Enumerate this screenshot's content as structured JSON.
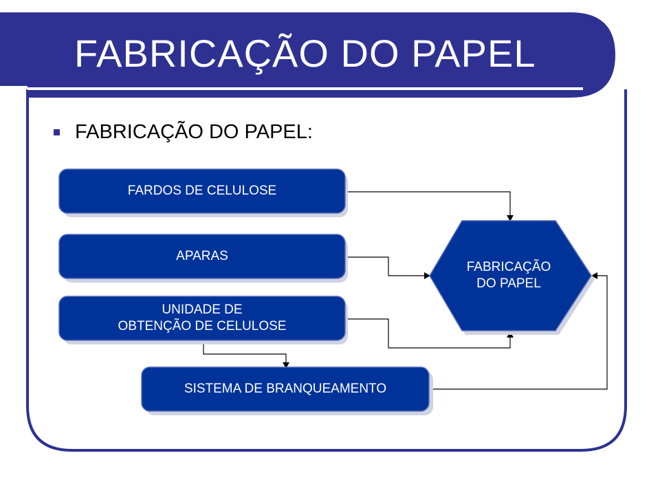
{
  "slide": {
    "title": "FABRICAÇÃO DO PAPEL",
    "bullet": "FABRICAÇÃO DO PAPEL:"
  },
  "diagram": {
    "nodes": {
      "fardos": "FARDOS DE CELULOSE",
      "aparas": "APARAS",
      "unidade": "UNIDADE DE\nOBTENÇÃO DE CELULOSE",
      "branqueamento": "SISTEMA DE BRANQUEAMENTO",
      "fabricacao": "FABRICAÇÃO\nDO PAPEL"
    }
  },
  "colors": {
    "frame": "#2e3192",
    "node_fill": "#003399",
    "node_shadow": "#cfd3e3",
    "connector": "#000000"
  }
}
